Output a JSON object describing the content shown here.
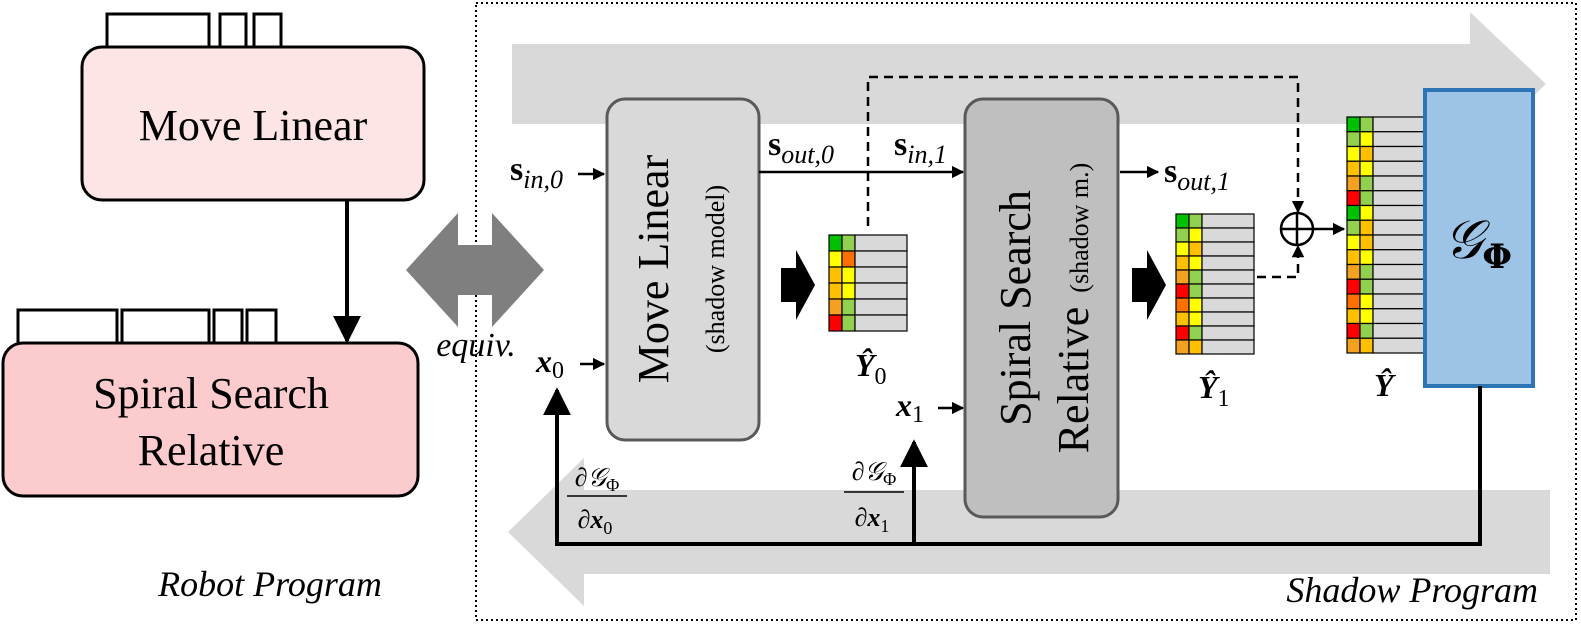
{
  "robot_program": {
    "caption": "Robot Program",
    "block1": {
      "label": "Move Linear"
    },
    "block2": {
      "line1": "Spiral Search",
      "line2": "Relative"
    }
  },
  "equiv_label": "equiv.",
  "shadow_program": {
    "caption": "Shadow Program",
    "shadow1": {
      "title": "Move Linear",
      "subtitle": "(shadow model)"
    },
    "shadow2": {
      "title_line1": "Spiral Search",
      "title_line2": "Relative",
      "subtitle": "(shadow m.)"
    },
    "signals": {
      "s_in0": {
        "base": "s",
        "sub": "in,0"
      },
      "s_out0": {
        "base": "s",
        "sub": "out,0"
      },
      "s_in1": {
        "base": "s",
        "sub": "in,1"
      },
      "s_out1": {
        "base": "s",
        "sub": "out,1"
      },
      "x0": {
        "base": "x",
        "sub": "0"
      },
      "x1": {
        "base": "x",
        "sub": "1"
      }
    },
    "outputs": {
      "y0": {
        "base": "Ŷ",
        "sub": "0"
      },
      "y1": {
        "base": "Ŷ",
        "sub": "1"
      },
      "y": {
        "base": "Ŷ"
      }
    },
    "critic": {
      "base": "𝒢",
      "sub": "Φ"
    },
    "gradients": {
      "g0": {
        "num_base": "∂𝒢",
        "num_sub": "Φ",
        "den_base": "∂x",
        "den_sub": "0"
      },
      "g1": {
        "num_base": "∂𝒢",
        "num_sub": "Φ",
        "den_base": "∂x",
        "den_sub": "1"
      }
    }
  },
  "colors": {
    "robot_block1_fill": "#fde4e5",
    "robot_block2_fill": "#fccbcd",
    "shadow_block_fill": "#d9d9d9",
    "shadow_block2_fill": "#bfbfbf",
    "critic_fill": "#9dc3e6",
    "critic_stroke": "#2e75b6",
    "flow_arrow": "#d9d9d9",
    "equiv_arrow": "#7f7f7f",
    "matrix_palette": [
      "#00c000",
      "#92d050",
      "#ffff00",
      "#ffc000",
      "#f4a020",
      "#ff7000",
      "#ff0000"
    ]
  },
  "matrices": {
    "y0": [
      [
        0,
        1
      ],
      [
        2,
        5
      ],
      [
        3,
        2
      ],
      [
        3,
        2
      ],
      [
        4,
        1
      ],
      [
        6,
        1
      ]
    ],
    "y1": [
      [
        0,
        1
      ],
      [
        1,
        2
      ],
      [
        2,
        3
      ],
      [
        3,
        2
      ],
      [
        4,
        1
      ],
      [
        6,
        1
      ],
      [
        5,
        2
      ],
      [
        3,
        2
      ],
      [
        6,
        1
      ],
      [
        4,
        3
      ]
    ],
    "y": [
      [
        0,
        1
      ],
      [
        1,
        2
      ],
      [
        2,
        3
      ],
      [
        3,
        2
      ],
      [
        4,
        1
      ],
      [
        6,
        1
      ],
      [
        0,
        2
      ],
      [
        1,
        3
      ],
      [
        2,
        3
      ],
      [
        3,
        2
      ],
      [
        4,
        1
      ],
      [
        6,
        1
      ],
      [
        5,
        2
      ],
      [
        3,
        2
      ],
      [
        6,
        1
      ],
      [
        4,
        3
      ]
    ]
  }
}
